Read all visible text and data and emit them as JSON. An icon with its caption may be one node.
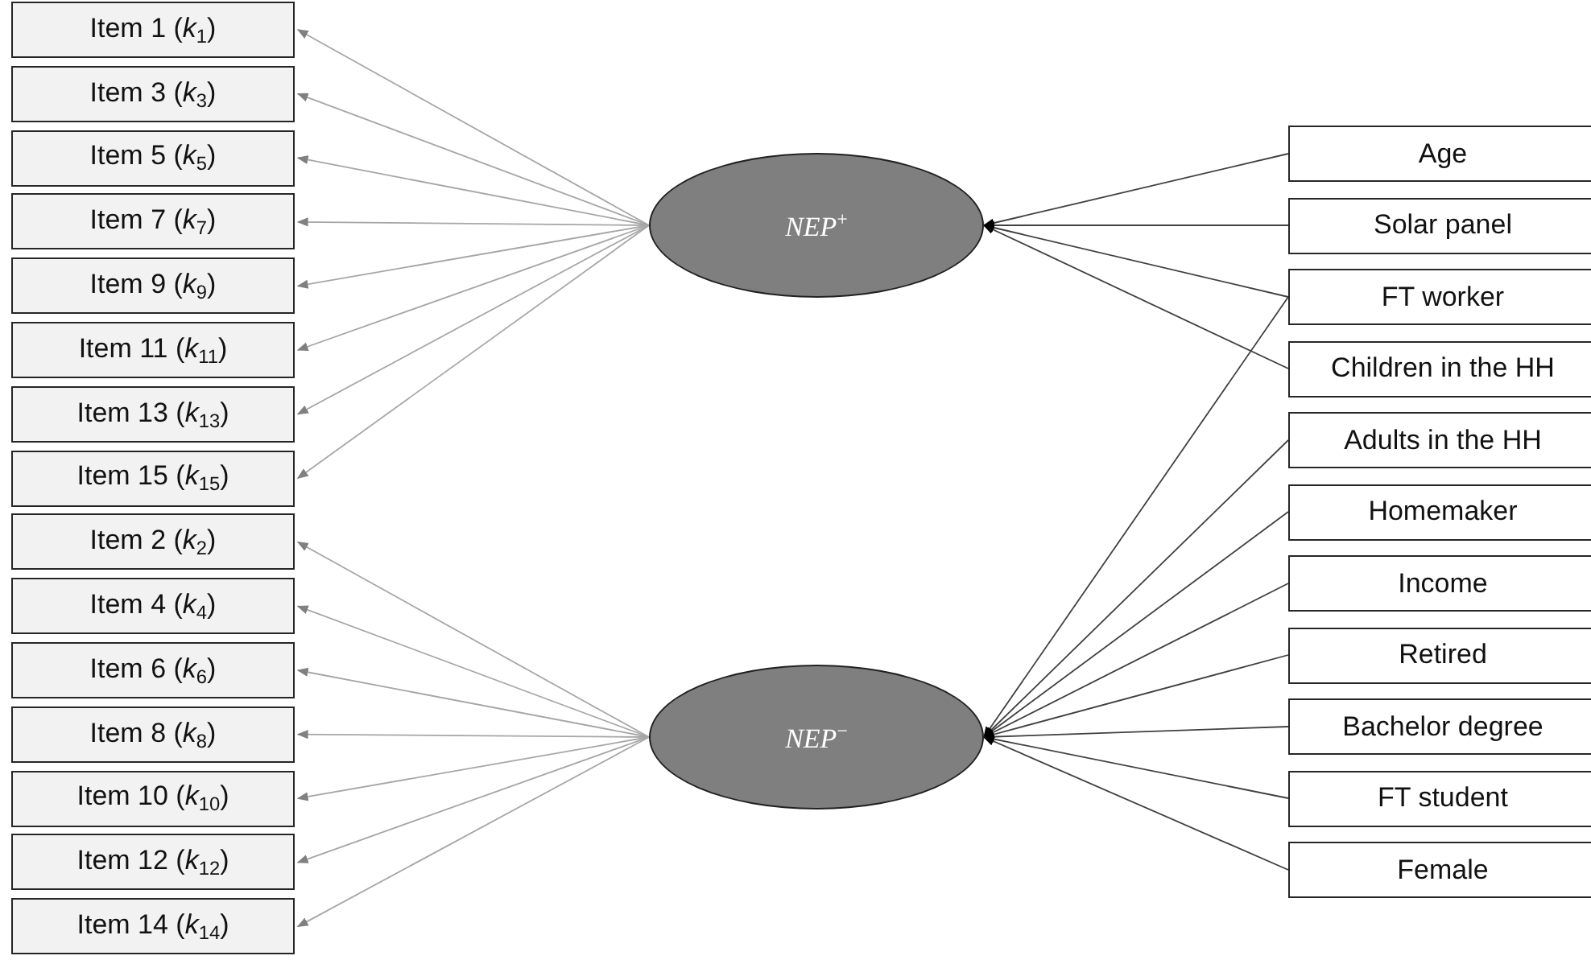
{
  "diagram": {
    "nodes": [
      {
        "text": [
          "Item 1 (*k*$_{1}$)"
        ]
      },
      {
        "text": [
          "Item 3 (*k*$_{3}$)"
        ]
      },
      {
        "text": [
          "Item 5 (*k*$_{5}$)"
        ]
      },
      {
        "text": [
          "Item 7 (*k*$_{7}$)"
        ]
      },
      {
        "text": [
          "Item 9 (*k*$_{9}$)"
        ]
      },
      {
        "text": [
          "Item 11 (*k*$_{11}$)"
        ]
      },
      {
        "text": [
          "Item 13 (*k*$_{13}$)"
        ]
      },
      {
        "text": [
          "Item 15 (*k*$_{15}$)"
        ]
      },
      {
        "text": [
          "Item 2 (*k*$_{2}$)"
        ]
      },
      {
        "text": [
          "Item 4 (*k*$_{4}$)"
        ]
      },
      {
        "text": [
          "Item 6 (*k*$_{6}$)"
        ]
      },
      {
        "text": [
          "Item 8 (*k*$_{8}$)"
        ]
      },
      {
        "text": [
          "Item 10 (*k*$_{10}$)"
        ]
      },
      {
        "text": [
          "Item 12 (*k*$_{12}$)"
        ]
      },
      {
        "text": [
          "Item 14 (*k*$_{14}$)"
        ]
      },
      {
        "text": [
          "NEP$^{+}$"
        ]
      },
      {
        "text": [
          "NEP$^{−}$"
        ]
      },
      {
        "text": [
          "Age"
        ]
      },
      {
        "text": [
          "Solar panel"
        ]
      },
      {
        "text": [
          "FT worker"
        ]
      },
      {
        "text": [
          "Children in the HH"
        ]
      },
      {
        "text": [
          "Adults in the HH"
        ]
      },
      {
        "text": [
          "Homemaker"
        ]
      },
      {
        "text": [
          "Income"
        ]
      },
      {
        "text": [
          "Retired"
        ]
      },
      {
        "text": [
          "Bachelor degree"
        ]
      },
      {
        "text": [
          "FT student"
        ]
      },
      {
        "text": [
          "Female"
        ]
      }
    ],
    "edges": [
      {
        "from": 15,
        "to": 0,
        "arrow": "to"
      },
      {
        "from": 15,
        "to": 1,
        "arrow": "to"
      },
      {
        "from": 15,
        "to": 2,
        "arrow": "to"
      },
      {
        "from": 15,
        "to": 3,
        "arrow": "to"
      },
      {
        "from": 15,
        "to": 4,
        "arrow": "to"
      },
      {
        "from": 15,
        "to": 5,
        "arrow": "to"
      },
      {
        "from": 15,
        "to": 6,
        "arrow": "to"
      },
      {
        "from": 15,
        "to": 7,
        "arrow": "to"
      },
      {
        "from": 16,
        "to": 8,
        "arrow": "to"
      },
      {
        "from": 16,
        "to": 9,
        "arrow": "to"
      },
      {
        "from": 16,
        "to": 10,
        "arrow": "to"
      },
      {
        "from": 16,
        "to": 11,
        "arrow": "to"
      },
      {
        "from": 16,
        "to": 12,
        "arrow": "to"
      },
      {
        "from": 16,
        "to": 13,
        "arrow": "to"
      },
      {
        "from": 16,
        "to": 14,
        "arrow": "to"
      },
      {
        "from": 17,
        "to": 15,
        "arrow": "to",
        "color": "#404040"
      },
      {
        "from": 18,
        "to": 15,
        "arrow": "to",
        "color": "#404040"
      },
      {
        "from": 19,
        "to": 15,
        "arrow": "to",
        "color": "#404040"
      },
      {
        "from": 20,
        "to": 15,
        "arrow": "to",
        "color": "#404040"
      },
      {
        "from": 19,
        "to": 16,
        "arrow": "to",
        "color": "#404040"
      },
      {
        "from": 21,
        "to": 16,
        "arrow": "to",
        "color": "#404040"
      },
      {
        "from": 22,
        "to": 16,
        "arrow": "to",
        "color": "#404040"
      },
      {
        "from": 23,
        "to": 16,
        "arrow": "to",
        "color": "#404040"
      },
      {
        "from": 24,
        "to": 16,
        "arrow": "to",
        "color": "#404040"
      },
      {
        "from": 25,
        "to": 16,
        "arrow": "to",
        "color": "#404040"
      },
      {
        "from": 26,
        "to": 16,
        "arrow": "to",
        "color": "#404040"
      },
      {
        "from": 27,
        "to": 16,
        "arrow": "to",
        "color": "#404040"
      }
    ]
  }
}
